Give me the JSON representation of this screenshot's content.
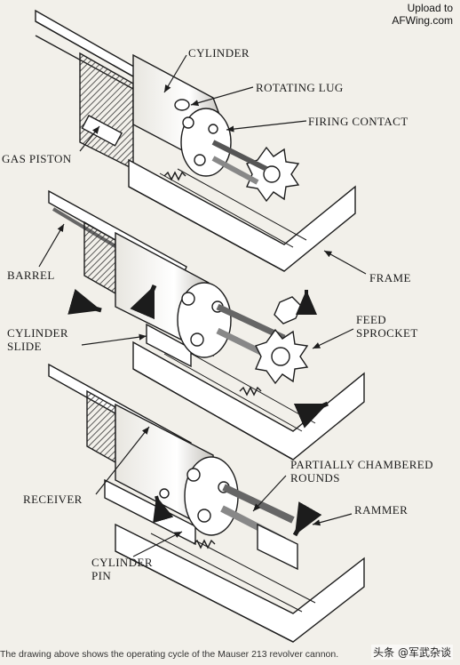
{
  "watermark": {
    "line1": "Upload to",
    "line2": "AFWing.com"
  },
  "labels": {
    "cylinder": "CYLINDER",
    "rotating_lug": "ROTATING LUG",
    "firing_contact": "FIRING CONTACT",
    "gas_piston": "GAS PISTON",
    "barrel": "BARREL",
    "frame": "FRAME",
    "feed_sprocket_1": "FEED",
    "feed_sprocket_2": "SPROCKET",
    "cylinder_slide_1": "CYLINDER",
    "cylinder_slide_2": "SLIDE",
    "partially_chambered_1": "PARTIALLY CHAMBERED",
    "partially_chambered_2": "ROUNDS",
    "receiver": "RECEIVER",
    "rammer": "RAMMER",
    "cylinder_pin_1": "CYLINDER",
    "cylinder_pin_2": "PIN"
  },
  "caption": "The drawing above shows the operating cycle of the Mauser 213 revolver cannon.",
  "corner_mark": "头条 @军武杂谈",
  "colors": {
    "line": "#1c1c1c",
    "paper": "#f2f0ea",
    "shade": "#9a9893",
    "light": "#dcdad4"
  }
}
